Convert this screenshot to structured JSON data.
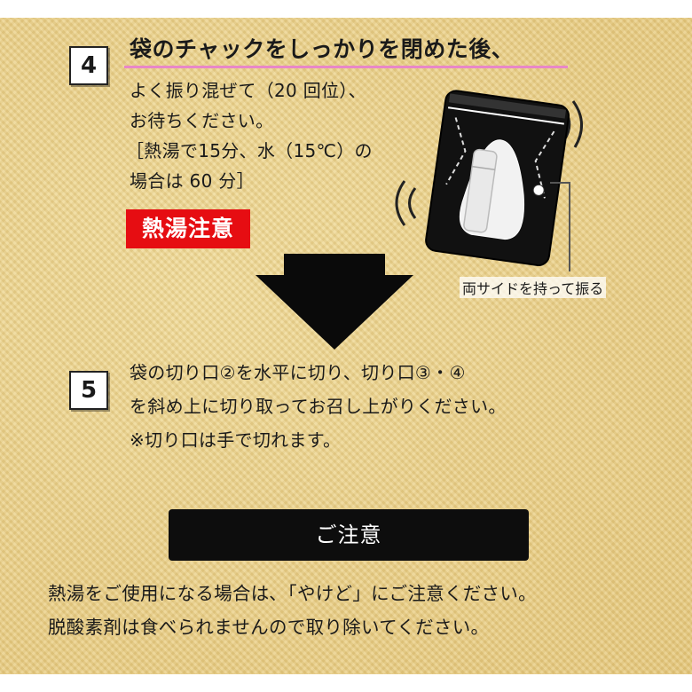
{
  "step4": {
    "number": "4",
    "heading": "袋のチャックをしっかりを閉めた後、",
    "lines": [
      "よく振り混ぜて（20 回位）、",
      "お待ちください。",
      "［熱湯で15分、水（15℃）の",
      "場合は 60 分］"
    ],
    "badge": "熱湯注意",
    "illustration_caption": "両サイドを持って振る"
  },
  "step5": {
    "number": "5",
    "lines": [
      "袋の切り口②を水平に切り、切り口③・④",
      "を斜め上に切り取ってお召し上がりください。",
      "※切り口は手で切れます。"
    ]
  },
  "caution": {
    "title": "ご注意",
    "lines": [
      "熱湯をご使用になる場合は､「やけど」にご注意ください。",
      "脱酸素剤は食べられませんので取り除いてください。"
    ]
  },
  "colors": {
    "background": "#ecd48c",
    "badge": "#e60d12",
    "underline": "#e887c8",
    "caution_bar": "#0d0d0d"
  }
}
